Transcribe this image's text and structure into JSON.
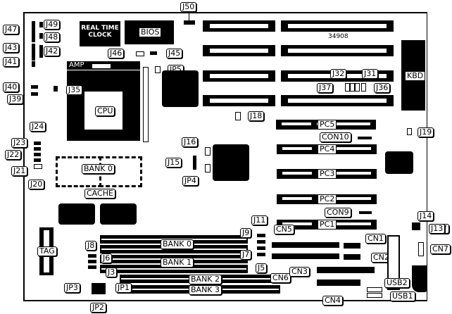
{
  "diagram": {
    "title": "Motherboard layout",
    "board_id": "34908",
    "components": {
      "rtc": [
        "REAL TIME",
        "CLOCK"
      ],
      "bios": "BIOS",
      "cpu": "CPU",
      "socket_brand": "AMP",
      "kbd": "KBD",
      "tag": "TAG",
      "cache_bank": "BANK 0",
      "cache": "CACHE"
    },
    "slots": {
      "pci": [
        "PC5",
        "PC4",
        "PC3",
        "PC2",
        "PC1"
      ],
      "memory_banks": [
        "BANK 0",
        "BANK 1",
        "BANK 2",
        "BANK 3"
      ]
    },
    "connectors": {
      "con10": "CON10",
      "con9": "CON9",
      "cn1": "CN1",
      "cn2": "CN2",
      "cn3": "CN3",
      "cn4": "CN4",
      "cn5": "CN5",
      "cn6": "CN6",
      "cn7": "CN7",
      "usb1": "USB1",
      "usb2": "USB2"
    },
    "jumpers": {
      "j50": "J50",
      "j49": "J49",
      "j48": "J48",
      "j47": "J47",
      "j46": "J46",
      "j45": "J45",
      "j43": "J43",
      "j42": "J42",
      "j41": "J41",
      "j40": "J40",
      "j39": "J39",
      "j37": "J37",
      "j36": "J36",
      "j35": "J35",
      "j32": "J32",
      "j31": "J31",
      "j24": "J24",
      "j23": "J23",
      "j22": "J22",
      "j21": "J21",
      "j20": "J20",
      "j19": "J19",
      "j18": "J18",
      "j16": "J16",
      "j15": "J15",
      "j14": "J14",
      "j13": "J13",
      "j11": "J11",
      "j9": "J9",
      "j8": "J8",
      "j7": "J7",
      "j6": "J6",
      "j5": "J5",
      "j3": "J3",
      "jp1": "JP1",
      "jp2": "JP2",
      "jp3": "JP3",
      "jp4": "JP4",
      "jp5": "JP5"
    }
  }
}
